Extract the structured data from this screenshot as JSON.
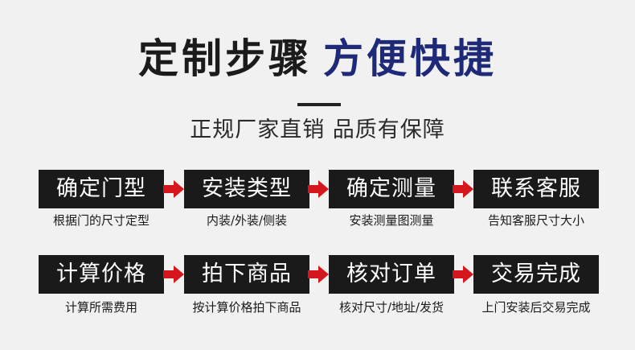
{
  "header": {
    "title_dark": "定制步骤",
    "title_blue": "方便快捷",
    "subtitle": "正规厂家直销 品质有保障"
  },
  "colors": {
    "background": "#f1f1f1",
    "step_bg": "#1a1a1a",
    "accent_blue": "#1e2a78",
    "arrow_red": "#d4171c"
  },
  "row1": [
    {
      "label": "确定门型",
      "caption": "根据门的尺寸定型"
    },
    {
      "label": "安装类型",
      "caption": "内装/外装/侧装"
    },
    {
      "label": "确定测量",
      "caption": "安装测量图测量"
    },
    {
      "label": "联系客服",
      "caption": "告知客服尺寸大小"
    }
  ],
  "row2": [
    {
      "label": "计算价格",
      "caption": "计算所需费用"
    },
    {
      "label": "拍下商品",
      "caption": "按计算价格拍下商品"
    },
    {
      "label": "核对订单",
      "caption": "核对尺寸/地址/发货"
    },
    {
      "label": "交易完成",
      "caption": "上门安装后交易完成"
    }
  ]
}
